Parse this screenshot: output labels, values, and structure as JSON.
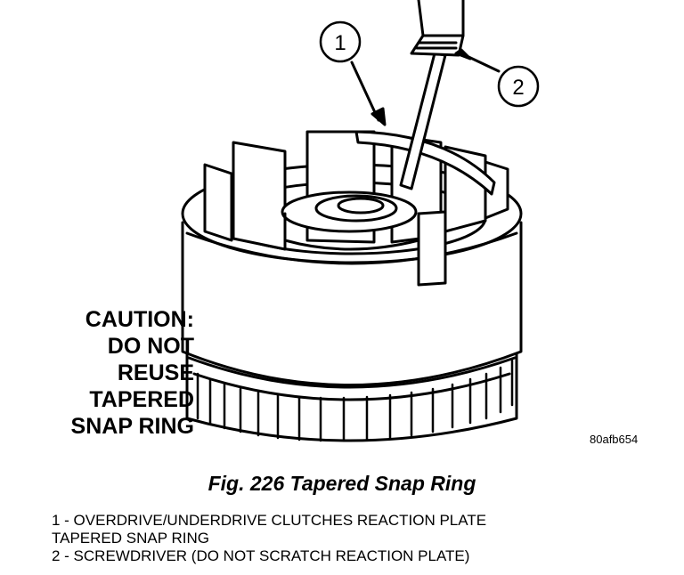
{
  "callouts": [
    {
      "number": "1"
    },
    {
      "number": "2"
    }
  ],
  "caution_lines": [
    "CAUTION:",
    "DO NOT",
    "REUSE",
    "TAPERED",
    "SNAP RING"
  ],
  "figure_code": "80afb654",
  "caption": "Fig. 226 Tapered Snap Ring",
  "legend_lines": [
    "1 - OVERDRIVE/UNDERDRIVE CLUTCHES REACTION PLATE",
    "TAPERED SNAP RING",
    "2 - SCREWDRIVER (DO NOT SCRATCH REACTION PLATE)"
  ]
}
